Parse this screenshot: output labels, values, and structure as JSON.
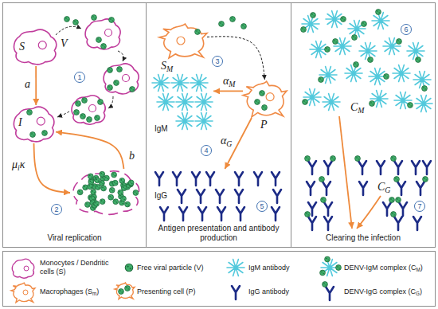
{
  "diagram": {
    "nodes": [
      {
        "text": [
          "Viral replication"
        ]
      },
      {
        "text": [
          "Antigen presentation and antibody production"
        ]
      },
      {
        "text": [
          "Clearing the infection"
        ]
      },
      {
        "text": [
          "S"
        ],
        "in": 0
      },
      {
        "text": [
          "I"
        ],
        "in": 0
      },
      {
        "text": [
          "2"
        ],
        "in": 0
      },
      {
        "text": [
          "SM"
        ],
        "in": 1
      },
      {
        "text": [
          "P"
        ],
        "in": 1
      },
      {
        "text": [
          "IgM"
        ],
        "in": 1
      },
      {
        "text": [
          "IgG"
        ],
        "in": 1
      },
      {
        "text": [
          "CM"
        ],
        "in": 2
      },
      {
        "text": [
          "CG"
        ],
        "in": 2
      }
    ],
    "edges": [
      {
        "from": 3,
        "to": 4,
        "arrow": "to",
        "label": "a"
      },
      {
        "from": 4,
        "to": 5,
        "arrow": "to",
        "label": "μiκ"
      },
      {
        "from": 5,
        "to": 4,
        "arrow": "to",
        "label": "b"
      },
      {
        "from": 6,
        "to": 7,
        "arrow": "to"
      },
      {
        "from": 7,
        "to": 8,
        "arrow": "to",
        "label": "αM"
      },
      {
        "from": 7,
        "to": 9,
        "arrow": "to",
        "label": "αG"
      }
    ],
    "labels": [
      "V",
      "1",
      "3",
      "4",
      "5",
      "6",
      "7"
    ],
    "legend": [
      {
        "text": "Monocytes / Dendritic cells (S)"
      },
      {
        "text": "Free viral particle (V)"
      },
      {
        "text": "IgM antibody"
      },
      {
        "text": "DENV-IgM complex (CM)"
      },
      {
        "text": "Macrophages (Sm)"
      },
      {
        "text": "Presenting cell (P)"
      },
      {
        "text": "IgG antibody"
      },
      {
        "text": "DENV-IgG complex (CG)"
      }
    ]
  }
}
